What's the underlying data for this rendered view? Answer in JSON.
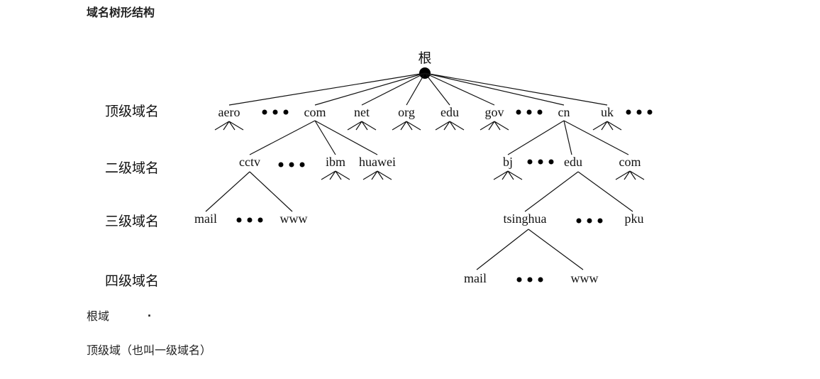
{
  "heading": "域名树形结构",
  "diagram": {
    "root_label": "根",
    "levels": [
      "顶级域名",
      "二级域名",
      "三级域名",
      "四级域名"
    ],
    "top_level": [
      "aero",
      "com",
      "net",
      "org",
      "edu",
      "gov",
      "cn",
      "uk"
    ],
    "com_children": [
      "cctv",
      "ibm",
      "huawei"
    ],
    "cctv_children": [
      "mail",
      "www"
    ],
    "cn_children": [
      "bj",
      "edu",
      "com"
    ],
    "edu_children": [
      "tsinghua",
      "pku"
    ],
    "tsinghua_children": [
      "mail",
      "www"
    ]
  },
  "paragraphs": {
    "root_domain_label": "根域",
    "root_domain_symbol": ".",
    "top_domain_label": "顶级域（也叫一级域名）"
  }
}
